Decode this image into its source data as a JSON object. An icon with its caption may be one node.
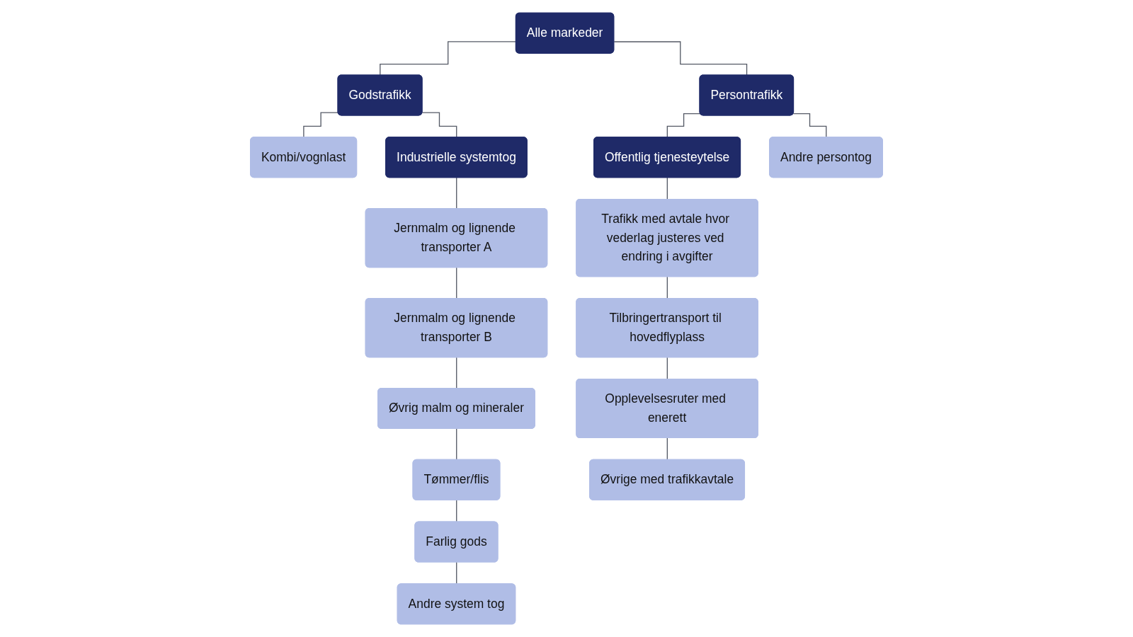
{
  "diagram": {
    "nodes": [
      {
        "text": [
          "Alle markeder"
        ]
      },
      {
        "text": [
          "Godstrafikk"
        ]
      },
      {
        "text": [
          "Persontrafikk"
        ]
      },
      {
        "text": [
          "Kombi/vognlast"
        ]
      },
      {
        "text": [
          "Industrielle systemtog"
        ]
      },
      {
        "text": [
          "Offentlig tjenesteytelse"
        ]
      },
      {
        "text": [
          "Andre persontog"
        ]
      },
      {
        "text": [
          "Jernmalm og lignende transporter A"
        ]
      },
      {
        "text": [
          "Jernmalm og lignende transporter B"
        ]
      },
      {
        "text": [
          "Øvrig malm og mineraler"
        ]
      },
      {
        "text": [
          "Tømmer/flis"
        ]
      },
      {
        "text": [
          "Farlig gods"
        ]
      },
      {
        "text": [
          "Andre system tog"
        ]
      },
      {
        "text": [
          "Trafikk med avtale hvor vederlag justeres ved endring i avgifter"
        ]
      },
      {
        "text": [
          "Tilbringertransport til hovedflyplass"
        ]
      },
      {
        "text": [
          "Opplevelsesruter med enerett"
        ]
      },
      {
        "text": [
          "Øvrige med trafikkavtale"
        ]
      }
    ],
    "edges": [
      {
        "from": 0,
        "to": 1,
        "arrow": "none"
      },
      {
        "from": 0,
        "to": 2,
        "arrow": "none"
      },
      {
        "from": 1,
        "to": 3,
        "arrow": "none"
      },
      {
        "from": 1,
        "to": 4,
        "arrow": "none"
      },
      {
        "from": 2,
        "to": 5,
        "arrow": "none"
      },
      {
        "from": 2,
        "to": 6,
        "arrow": "none"
      },
      {
        "from": 4,
        "to": 7,
        "arrow": "none"
      },
      {
        "from": 7,
        "to": 8,
        "arrow": "none"
      },
      {
        "from": 8,
        "to": 9,
        "arrow": "none"
      },
      {
        "from": 9,
        "to": 10,
        "arrow": "none"
      },
      {
        "from": 10,
        "to": 11,
        "arrow": "none"
      },
      {
        "from": 11,
        "to": 12,
        "arrow": "none"
      },
      {
        "from": 5,
        "to": 13,
        "arrow": "none"
      },
      {
        "from": 13,
        "to": 14,
        "arrow": "none"
      },
      {
        "from": 14,
        "to": 15,
        "arrow": "none"
      },
      {
        "from": 15,
        "to": 16,
        "arrow": "none"
      }
    ]
  }
}
